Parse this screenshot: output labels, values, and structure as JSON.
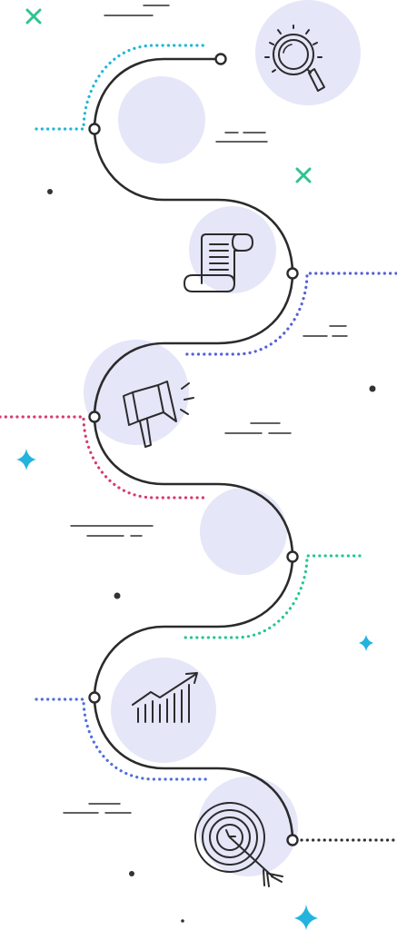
{
  "colors": {
    "background": "#ffffff",
    "path": "#2b2b2b",
    "blob": "#e5e6f8",
    "cyan": "#1fb6d6",
    "blue": "#5560d8",
    "red": "#d93a6a",
    "green": "#22c98c",
    "royal": "#4f6ee0",
    "dark_dots": "#333333",
    "cross": "#2fc48f",
    "sparkle": "#22b4dc",
    "icon_stroke": "#2b2b2b"
  },
  "steps": [
    {
      "icon": "magnifier-icon",
      "accent": "cyan"
    },
    {
      "icon": "document-scroll-icon",
      "accent": "blue"
    },
    {
      "icon": "megaphone-icon",
      "accent": "red"
    },
    {
      "icon": "empty-step",
      "accent": "green"
    },
    {
      "icon": "growth-chart-icon",
      "accent": "royal"
    },
    {
      "icon": "target-icon",
      "accent": "dark_dots"
    }
  ]
}
